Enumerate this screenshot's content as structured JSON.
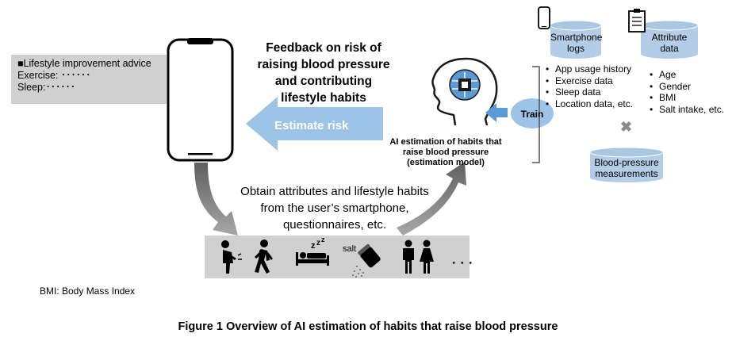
{
  "advice": {
    "title": "■Lifestyle improvement advice",
    "exercise": "Exercise: ･･････",
    "sleep": "Sleep:･･････"
  },
  "feedback": {
    "line1": "Feedback on risk of",
    "line2": "raising blood pressure",
    "line3": "and contributing",
    "line4": "lifestyle habits"
  },
  "estimate_arrow": "Estimate risk",
  "obtain": {
    "line1": "Obtain attributes and lifestyle habits",
    "line2": "from the user’s smartphone,",
    "line3": "questionnaires, etc."
  },
  "ai": {
    "line1": "AI estimation of habits that",
    "line2": "raise blood pressure",
    "line3": "(estimation model)"
  },
  "train": "Train",
  "smartphone_logs": {
    "line1": "Smartphone",
    "line2": "logs",
    "items": [
      "App usage history",
      "Exercise data",
      "Sleep data",
      "Location data, etc."
    ]
  },
  "attribute_data": {
    "line1": "Attribute",
    "line2": "data",
    "items": [
      "Age",
      "Gender",
      "BMI",
      "Salt intake, etc."
    ]
  },
  "times_symbol": "✖",
  "bp_measurements": {
    "line1": "Blood-pressure",
    "line2": "measurements"
  },
  "icon_bar": {
    "salt_label": "salt",
    "more": "･･･"
  },
  "bmi_note": "BMI: Body Mass Index",
  "caption": "Figure 1  Overview of AI estimation of habits that raise blood pressure",
  "colors": {
    "light_blue": "#9dc3e6",
    "arrow_blue": "#5b9bd5",
    "cylinder_blue": "#b4cde6",
    "gray_box": "#d0d0d0",
    "gray_arrow": "#7f7f7f"
  }
}
